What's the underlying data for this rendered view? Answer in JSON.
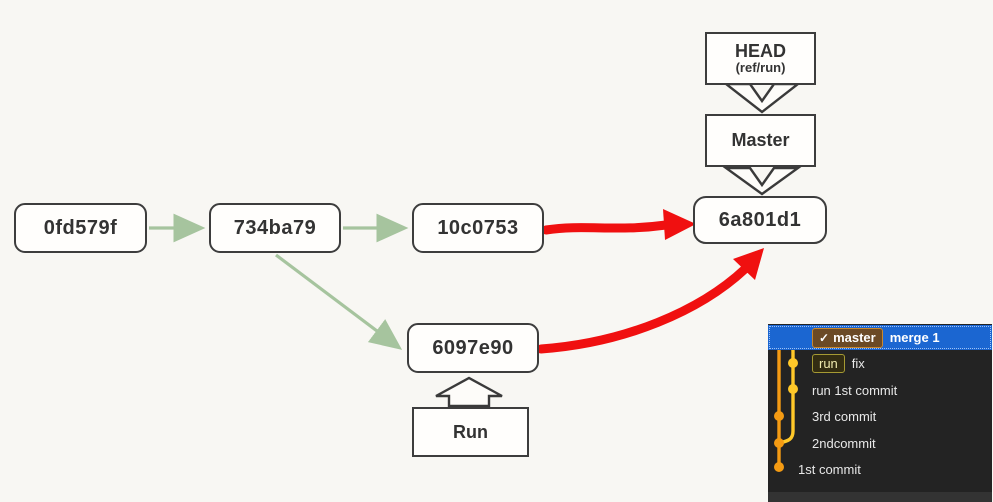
{
  "diagram": {
    "nodes": [
      {
        "label": "0fd579f"
      },
      {
        "label": "734ba79"
      },
      {
        "label": "10c0753"
      },
      {
        "label": "6a801d1"
      },
      {
        "label": "6097e90"
      }
    ],
    "head_box": {
      "title": "HEAD",
      "subtitle": "(ref/run)"
    },
    "master_box": {
      "label": "Master"
    },
    "run_box": {
      "label": "Run"
    },
    "colors": {
      "background": "#f8f7f3",
      "node_border": "#3d3d3d",
      "parent_edge_green": "#a6c49e",
      "merge_edge_red": "#f01010"
    }
  },
  "git_log_panel": {
    "colors": {
      "background": "#232323",
      "selected_row": "#1b66d1",
      "master_lane_orange": "#f49b13",
      "run_lane_yellow": "#ffc829"
    },
    "rows": [
      {
        "check": "✓",
        "ref": "master",
        "message": "merge 1"
      },
      {
        "ref": "run",
        "message": "fix"
      },
      {
        "message": "run 1st commit"
      },
      {
        "message": "3rd commit"
      },
      {
        "message": "2ndcommit"
      },
      {
        "message": "1st commit"
      }
    ]
  }
}
